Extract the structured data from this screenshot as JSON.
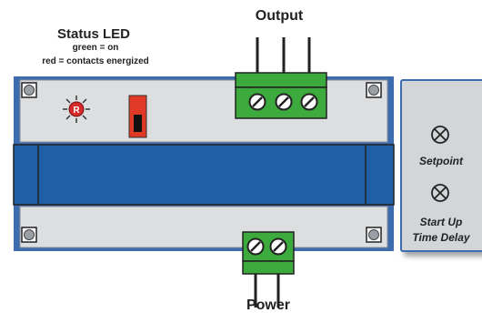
{
  "labels": {
    "status_led_title": "Status LED",
    "status_led_green": "green = on",
    "status_led_red": "red = contacts energized",
    "output": "Output",
    "power": "Power",
    "led_letter": "R"
  },
  "controls": {
    "setpoint": "Setpoint",
    "start_up_time_delay": "Start Up\nTime Delay"
  },
  "colors": {
    "housing_blue": "#3d6cb0",
    "band_blue": "#1f5fa5",
    "terminal_green": "#3caa3c",
    "panel_gray": "#d3d6d9",
    "led_red": "#d42a2a",
    "switch_red": "#e03a26"
  }
}
